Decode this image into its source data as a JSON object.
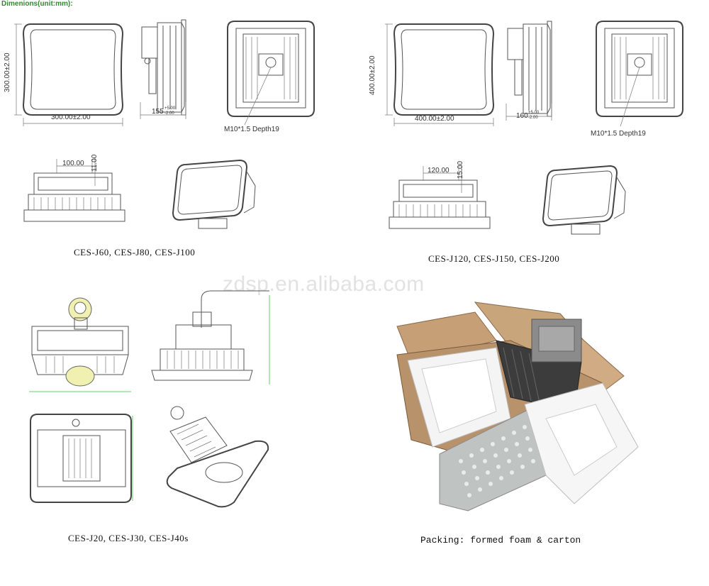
{
  "header": {
    "title": "Dimenions(unit:mm):"
  },
  "left_group": {
    "height_dim": "300.00±2.00",
    "width_dim": "300.00±2.00",
    "depth_dim": "155",
    "depth_tol_top": "+5.00",
    "depth_tol_bottom": "-2.00",
    "thread_note": "M10*1.5 Depth19",
    "top_dim": "100.00",
    "side_dim": "11.00",
    "models": "CES-J60, CES-J80, CES-J100"
  },
  "right_group": {
    "height_dim": "400.00±2.00",
    "width_dim": "400.00±2.00",
    "depth_dim": "160",
    "depth_tol_top": "+5.00",
    "depth_tol_bottom": "-2.00",
    "thread_note": "M10*1.5 Depth19",
    "top_dim": "120.00",
    "side_dim": "15.00",
    "models": "CES-J120, CES-J150, CES-J200"
  },
  "watermark": "zdsp.en.alibaba.com",
  "bottom_left": {
    "models": "CES-J20, CES-J30, CES-J40s"
  },
  "packing": {
    "caption": "Packing: formed foam & carton"
  }
}
